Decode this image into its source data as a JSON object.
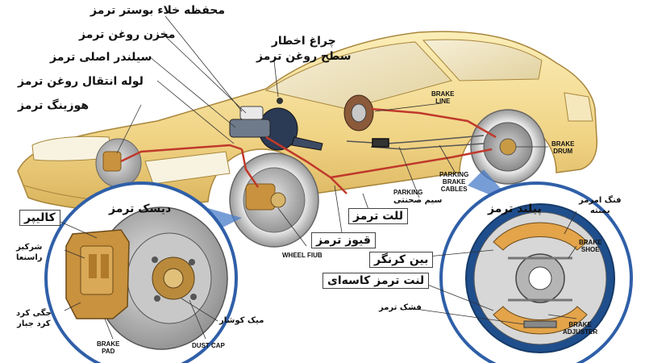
{
  "labels_fa": {
    "booster_vacuum_guard": "محفظه خلاء بوستر ترمز",
    "fluid_reservoir": "مخزن روغن ترمز",
    "master_cylinder": "سیلندر اصلی ترمز",
    "fluid_transfer_pipe": "لوله انتقال روغن ترمز",
    "brake_hose": "هوزینگ ترمز",
    "warning_light_line1": "چراغ اخطار",
    "warning_light_line2": "سطح روغن ترمز",
    "disc_brake": "دیسک ترمز",
    "caliper": "کالیپر",
    "bleed_screw_line1": "شرکیز",
    "bleed_screw_line2": "راسنعا",
    "parking_cable": "سیم‌ صحنتی",
    "brake_pedal": "للت ترمز",
    "brake_caliper_fa": "قیوز ترمز",
    "drum_brake": "پیلند ترمز",
    "spring_line1": "فنگ امرمز",
    "spring_line2": "بمنته",
    "shoe_lever": "بین کرنگر",
    "drum_lining": "لنت ترمز کاسه‌ای",
    "adjuster_fa": "فشک ترمز",
    "stud": "میک کوشار",
    "pad_holder_line1": "جگی کرد",
    "pad_holder_line2": "کرد جبار"
  },
  "labels_en": {
    "brake_line_1": "BRAKE",
    "brake_line_2": "LINE",
    "brake_drum_1": "BRAKE",
    "brake_drum_2": "DRUM",
    "parking_brake_cables_1": "PARKING",
    "parking_brake_cables_2": "BRAKE",
    "parking_brake_cables_3": "CABLES",
    "parking": "PARKING",
    "wheel_hub": "WHEEL FIUB",
    "dust_cap": "DUST CAP",
    "brake_pad_1": "BRAKE",
    "brake_pad_2": "PAD",
    "brake_shoe_1": "BRAKE",
    "brake_shoe_2": "SHOE",
    "brake_adjuster_1": "BRAKE",
    "brake_adjuster_2": "ADJUSTER"
  },
  "colors": {
    "car_body": "#f3d98a",
    "brake_line": "#c0392b",
    "lens_border": "#2f5fa8",
    "rotor": "#b9b9b9",
    "caliper": "#c9923e",
    "callout_blue": "#4a7cc9"
  }
}
